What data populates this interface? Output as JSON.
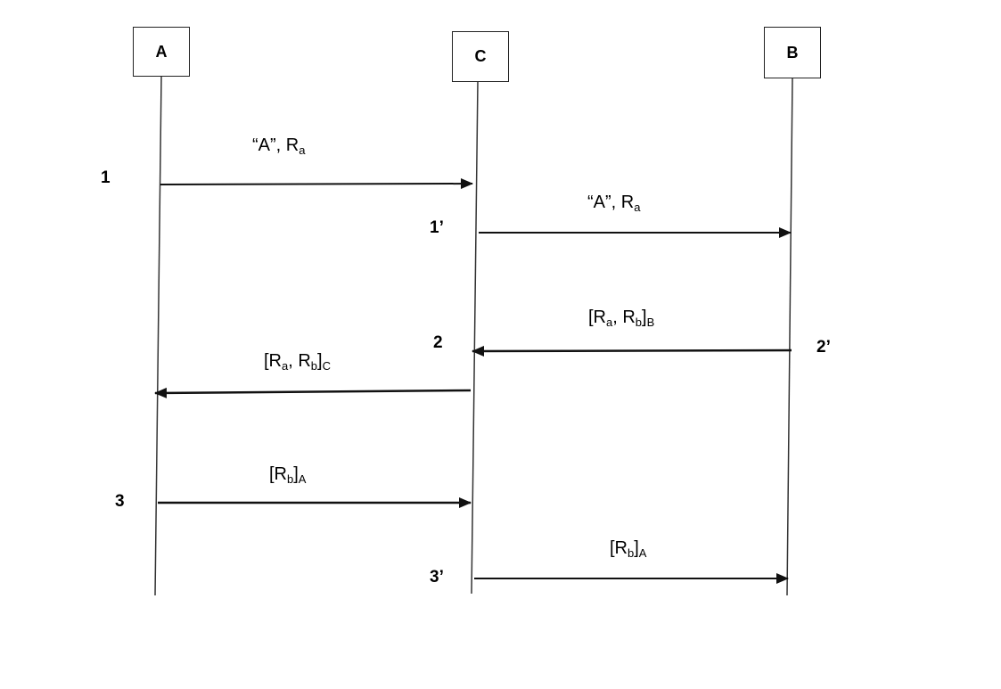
{
  "participants": {
    "a": "A",
    "c": "C",
    "b": "B"
  },
  "steps": {
    "s1": "1",
    "s1p": "1’",
    "s2": "2",
    "s2p": "2’",
    "s3": "3",
    "s3p": "3’"
  },
  "messages": {
    "m1": {
      "quote_name": "“A”, R",
      "sub": "a"
    },
    "m1p": {
      "quote_name": "“A”, R",
      "sub": "a"
    },
    "m2p": {
      "open": "[R",
      "sub1": "a",
      "mid": ", R",
      "sub2": "b",
      "close": "]",
      "key": "B"
    },
    "m2": {
      "open": "[R",
      "sub1": "a",
      "mid": ", R",
      "sub2": "b",
      "close": "]",
      "key": "C"
    },
    "m3": {
      "open": "[R",
      "sub1": "b",
      "close": "]",
      "key": "A"
    },
    "m3p": {
      "open": "[R",
      "sub1": "b",
      "close": "]",
      "key": "A"
    }
  },
  "colors": {
    "line": "#222222",
    "arrow": "#111111"
  }
}
